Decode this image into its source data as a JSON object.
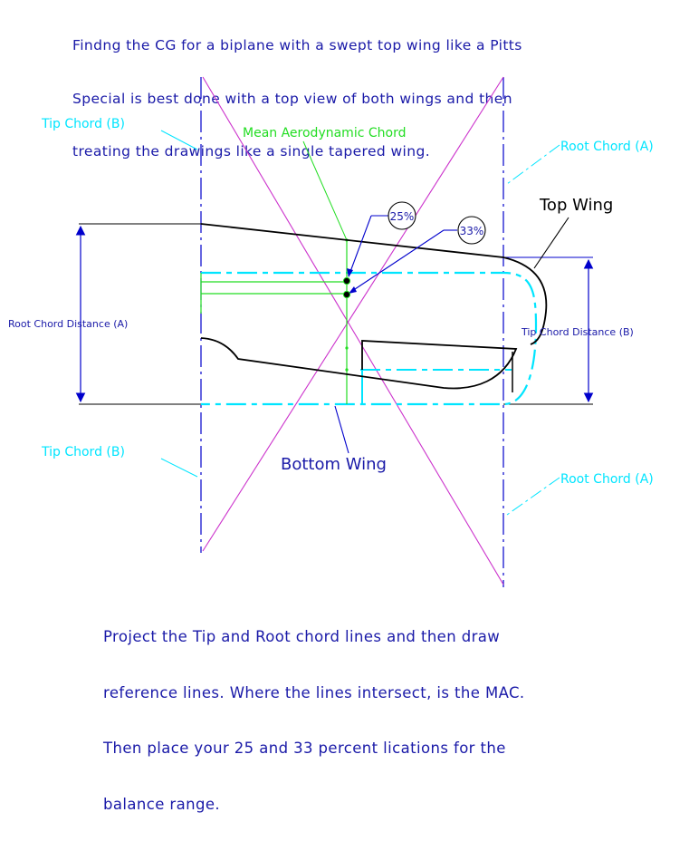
{
  "intro": [
    "Findng the CG for a biplane with a swept top wing like a Pitts",
    "Special is best done with a top view of both wings and then",
    "treating the drawings like a single tapered wing."
  ],
  "outro": [
    "Project the Tip and Root chord lines and then draw",
    "reference lines. Where the lines intersect, is the MAC.",
    "Then place your 25 and 33 percent lications for the",
    "balance range."
  ],
  "labels": {
    "tip_chord_top": "Tip Chord (B)",
    "root_chord_top": "Root Chord (A)",
    "tip_chord_bottom": "Tip Chord (B)",
    "root_chord_bottom": "Root Chord (A)",
    "mac": "Mean Aerodynamic Chord",
    "top_wing": "Top Wing",
    "bottom_wing": "Bottom Wing",
    "root_chord_distance": "Root Chord Distance (A)",
    "tip_chord_distance": "Tip Chord Distance (B)",
    "pct_25": "25%",
    "pct_33": "33%"
  },
  "colors": {
    "blue_text": "#1a1aa8",
    "cyan": "#00e5ff",
    "green": "#22dd22",
    "magenta": "#cc33cc",
    "black": "#000000",
    "blue_line": "#0000cc"
  }
}
